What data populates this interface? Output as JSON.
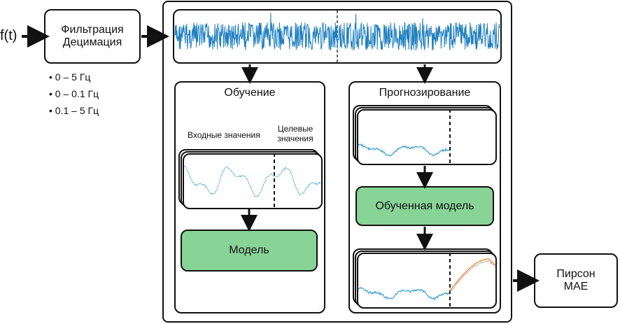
{
  "input": {
    "label": "f(t)"
  },
  "filter_box": {
    "line1": "Фильтрация",
    "line2": "Децимация"
  },
  "bands": [
    "0 – 5 Гц",
    "0 – 0.1 Гц",
    "0.1 – 5 Гц"
  ],
  "signal_panel": {
    "name": "raw-signal",
    "split_fraction": 0.5
  },
  "training": {
    "title": "Обучение",
    "inputs_label": "Входные значения",
    "targets_label_line1": "Целевые",
    "targets_label_line2": "значения",
    "model_label": "Модель"
  },
  "forecasting": {
    "title": "Прогнозирование",
    "trained_model_label": "Обученная модель"
  },
  "metrics_box": {
    "line1": "Пирсон",
    "line2": "MAE"
  },
  "colors": {
    "signal": "#1f7fc0",
    "window_signal": "#3a9fd6",
    "forecast": "#f08a2a",
    "model_fill": "#88d497"
  }
}
